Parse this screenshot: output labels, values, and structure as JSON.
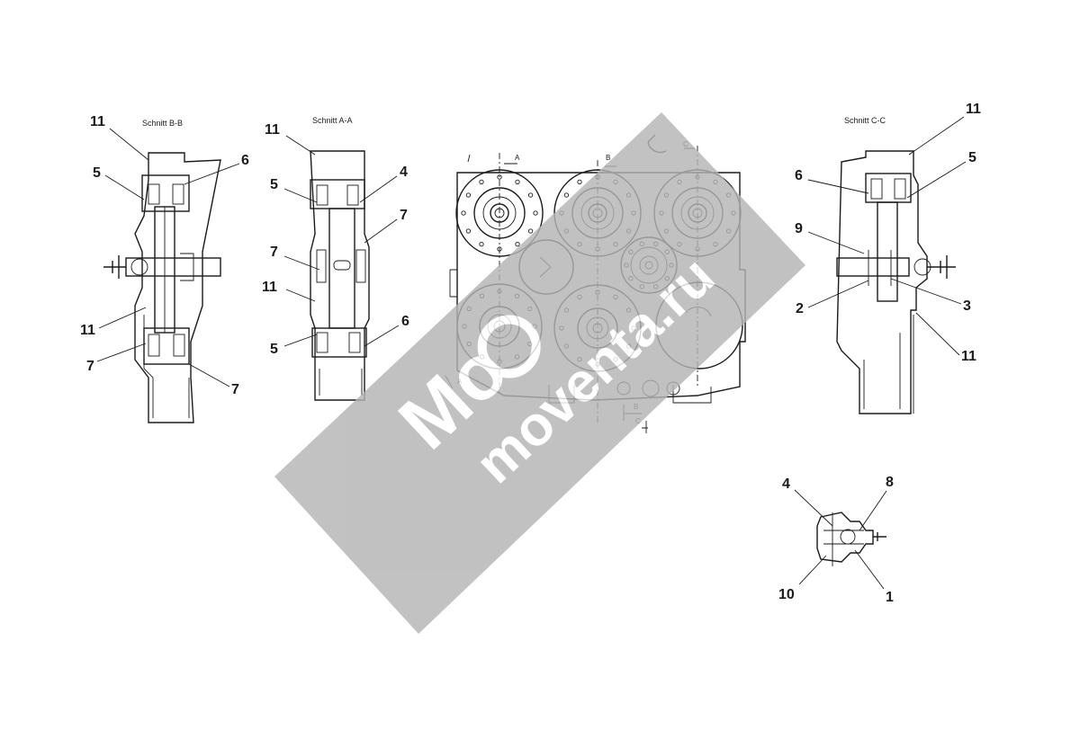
{
  "views": {
    "section_bb": {
      "title": "Schnitt B-B",
      "callouts": [
        "11",
        "6",
        "5",
        "11",
        "7",
        "7"
      ]
    },
    "section_aa": {
      "title": "Schnitt A-A",
      "callouts": [
        "11",
        "5",
        "4",
        "7",
        "7",
        "11",
        "6",
        "5"
      ]
    },
    "section_cc": {
      "title": "Schnitt C-C",
      "callouts": [
        "11",
        "6",
        "5",
        "9",
        "2",
        "3",
        "11"
      ]
    },
    "front_view": {
      "section_markers": [
        "A",
        "B",
        "C",
        "A",
        "B",
        "C"
      ]
    },
    "detail_view": {
      "callouts": [
        "4",
        "8",
        "10",
        "1"
      ]
    }
  },
  "watermark": {
    "text": "moventa.ru",
    "logo_text": "Mo",
    "color": "#b4b4b4"
  }
}
